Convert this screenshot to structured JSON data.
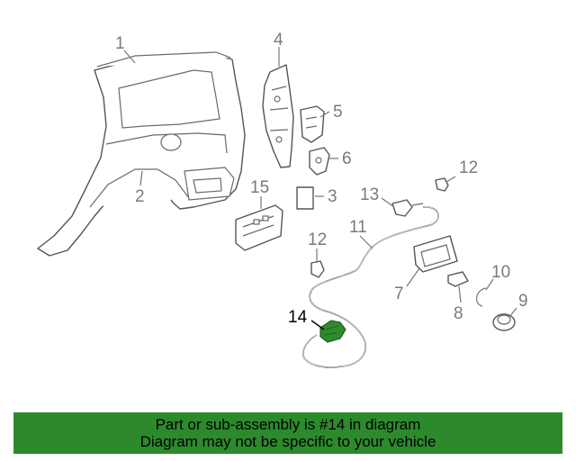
{
  "diagram": {
    "callouts": [
      "1",
      "2",
      "3",
      "4",
      "5",
      "6",
      "7",
      "8",
      "9",
      "10",
      "11",
      "12",
      "12",
      "13",
      "14",
      "15"
    ],
    "highlight_callout": "14",
    "highlight_color": "#2e8b2e"
  },
  "banner": {
    "line1": "Part or sub-assembly is #14 in diagram",
    "line2": "Diagram may not be specific to your vehicle",
    "background": "#2c8a2c"
  }
}
